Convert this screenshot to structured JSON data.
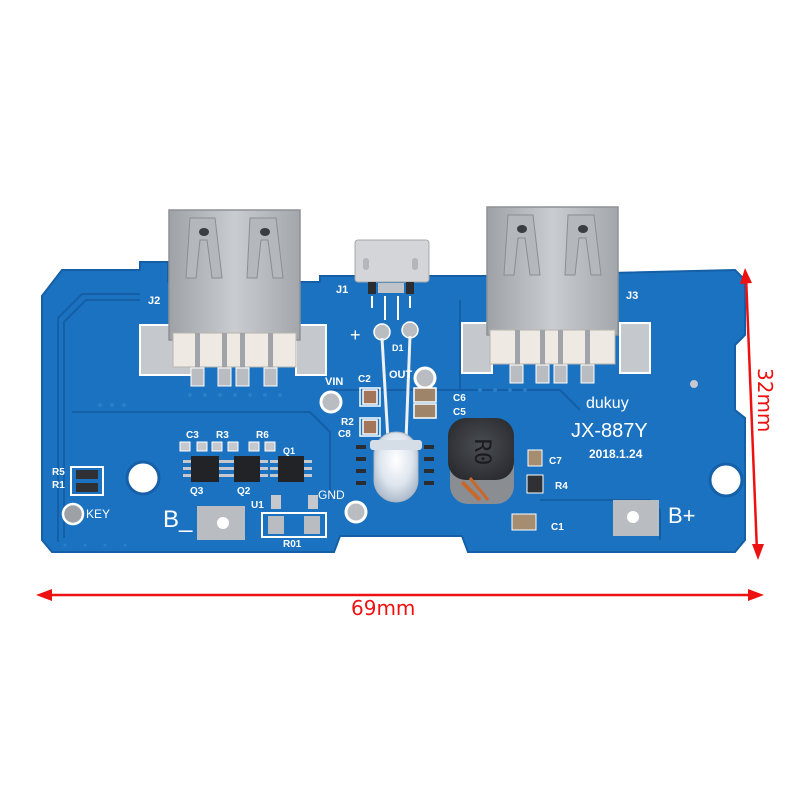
{
  "product": {
    "brand": "dukuy",
    "model": "JX-887Y",
    "date": "2018.1.24",
    "colors": {
      "pcb_blue": "#1a72c0",
      "pcb_trace": "#155fa6",
      "silkscreen": "#ffffff",
      "metal": "#b9bcc0",
      "dimension_red": "#ee1111",
      "background": "#ffffff"
    }
  },
  "dimensions": {
    "width_label": "69mm",
    "height_label": "32mm"
  },
  "connectors": {
    "usb_left": "J2",
    "usb_right": "J3",
    "micro_usb": "J1"
  },
  "silkscreen": {
    "plus": "+",
    "d1": "D1",
    "vin": "VIN",
    "out": "OUT",
    "c2": "C2",
    "r2": "R2",
    "c8": "C8",
    "c6": "C6",
    "c5": "C5",
    "c7": "C7",
    "r4": "R4",
    "c1": "C1",
    "c3": "C3",
    "r3": "R3",
    "r6": "R6",
    "q1": "Q1",
    "q2": "Q2",
    "q3": "Q3",
    "r5": "R5",
    "r1": "R1",
    "key": "KEY",
    "gnd": "GND",
    "u1": "U1",
    "r01": "R01",
    "b_minus": "B_",
    "b_plus": "B+"
  }
}
